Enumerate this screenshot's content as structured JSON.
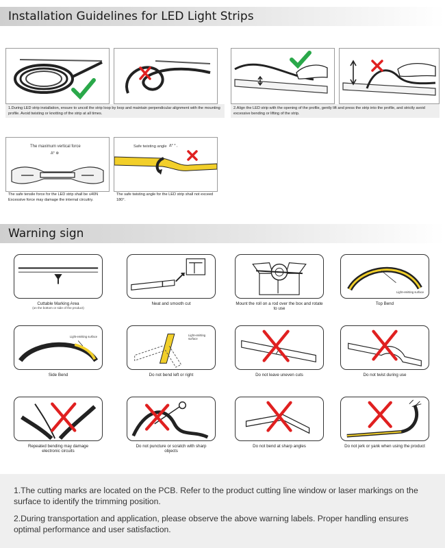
{
  "install": {
    "title": "Installation Guidelines for LED Light Strips",
    "caption1": "1.During LED strip installation, ensure to uncoil the strip loop by loop and maintain perpendicular alignment with the mounting profile.  Avoid twisting or knotting of the strip at all times.",
    "caption2": "2.Align the LED strip with the opening of the profile, gently lift and press the strip into the profile, and strictly avoid excessive bending or lifting of the strip.",
    "tensile_label": "The maximum vertical force",
    "tensile_value": "Δ* ⊗",
    "tensile_caption": "The safe tensile force for the LED strip shall be ≤40N Excessive force may damage the internal circuitry.",
    "twist_label": "Safe twisting angle",
    "twist_value": "Δ* * ,",
    "twist_caption": "The safe twisting angle for the LED strip shall not exceed 180°."
  },
  "warning": {
    "title": "Warning sign",
    "items": [
      {
        "label": "Cuttable Marking Area",
        "sub": "(on the bottom or side of the product)"
      },
      {
        "label": "Neat and smooth cut",
        "sub": ""
      },
      {
        "label": "Mount the roll on a rod over the box and rotate to use",
        "sub": ""
      },
      {
        "label": "Top Bend",
        "sub": "",
        "tag": "Light-emitting surface"
      },
      {
        "label": "Side Bend",
        "sub": "",
        "tag": "Light-emitting surface"
      },
      {
        "label": "Do not bend left or right",
        "sub": "",
        "tag": "Light-emitting surface"
      },
      {
        "label": "Do not leave uneven cuts",
        "sub": ""
      },
      {
        "label": "Do not twist during use",
        "sub": ""
      },
      {
        "label": "Repeated bending may damage electronic circuits",
        "sub": ""
      },
      {
        "label": "Do not puncture or scratch with sharp objects",
        "sub": ""
      },
      {
        "label": "Do not bend at sharp angles",
        "sub": ""
      },
      {
        "label": "Do not jerk or yank when using the product",
        "sub": ""
      }
    ]
  },
  "notes": {
    "note1": "1.The cutting marks are located on the PCB. Refer to the product cutting line window or laser markings on the surface to identify the trimming position.",
    "note2": "2.During transportation and application, please observe the above warning labels. Proper handling ensures optimal performance and user satisfaction."
  },
  "colors": {
    "check": "#2aa84a",
    "cross": "#e02020",
    "strip": "#f2cf2a"
  }
}
